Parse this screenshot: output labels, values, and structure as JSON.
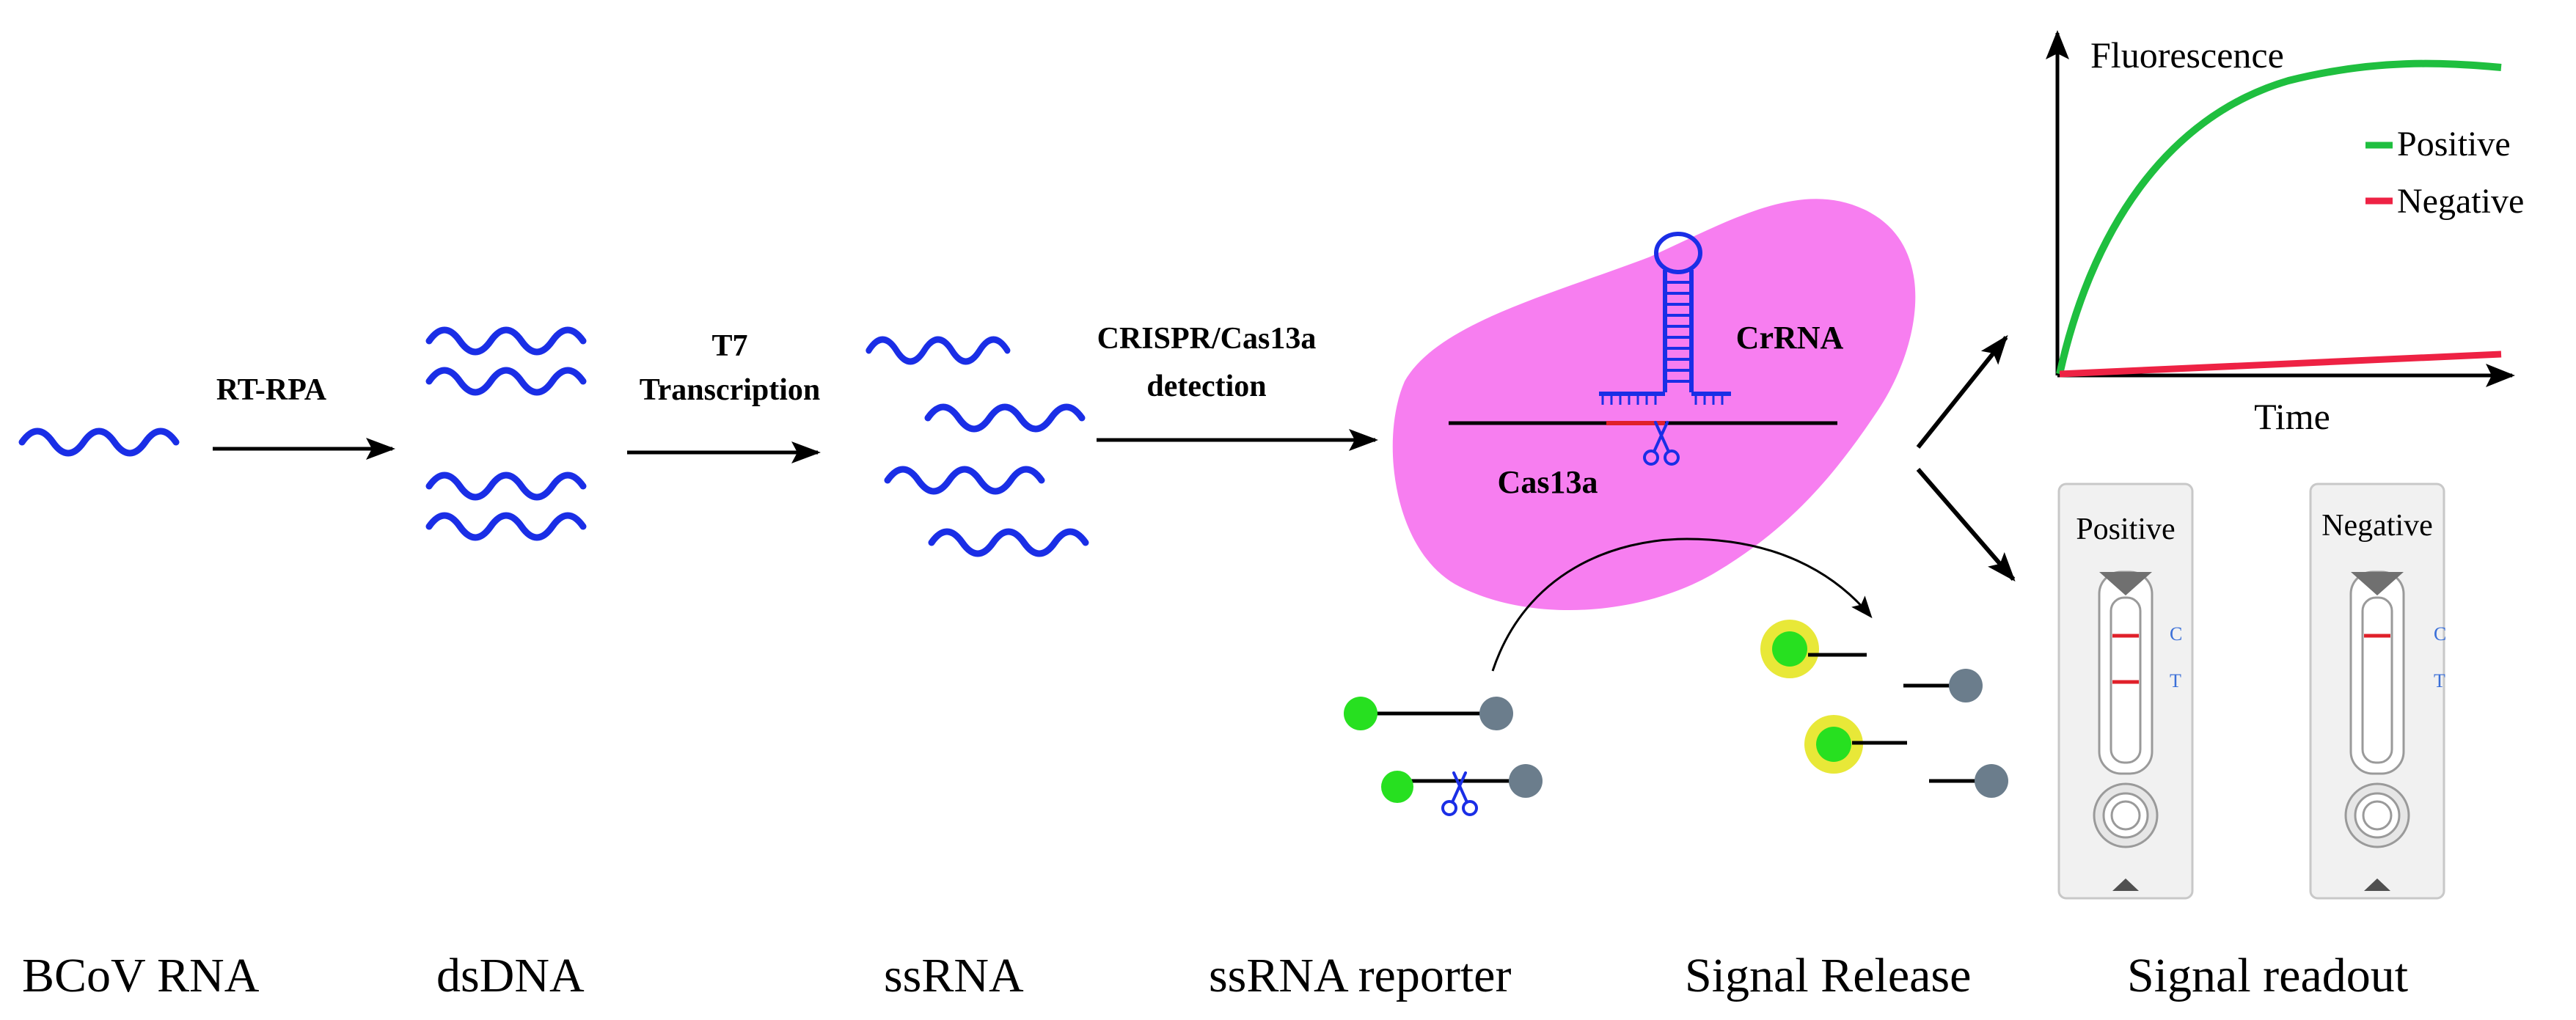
{
  "step_labels": {
    "rt_rpa": "RT-RPA",
    "t7_line1": "T7",
    "t7_line2": "Transcription",
    "crispr_line1": "CRISPR/Cas13a",
    "crispr_line2": "detection",
    "crrna": "CrRNA",
    "cas13a": "Cas13a"
  },
  "stage_labels": {
    "bcov_rna": "BCoV RNA",
    "dsdna": "dsDNA",
    "ssrna": "ssRNA",
    "reporter": "ssRNA reporter",
    "signal_release": "Signal Release",
    "signal_readout": "Signal readout"
  },
  "plot": {
    "ylabel": "Fluorescence",
    "xlabel": "Time",
    "legend_positive": "Positive",
    "legend_negative": "Negative"
  },
  "strips": {
    "positive_title": "Positive",
    "negative_title": "Negative",
    "control_mark": "C",
    "test_mark": "T"
  },
  "colors": {
    "rna": "#1a2ee6",
    "cas13a_body": "#f77ef0",
    "positive": "#1fbf3f",
    "negative": "#ee2244",
    "fluorophore": "#27e020",
    "quencher": "#6b7d8c",
    "glow": "#e8e838",
    "strip_line": "#e0202a",
    "strip_letters": "#3a6fd8"
  }
}
